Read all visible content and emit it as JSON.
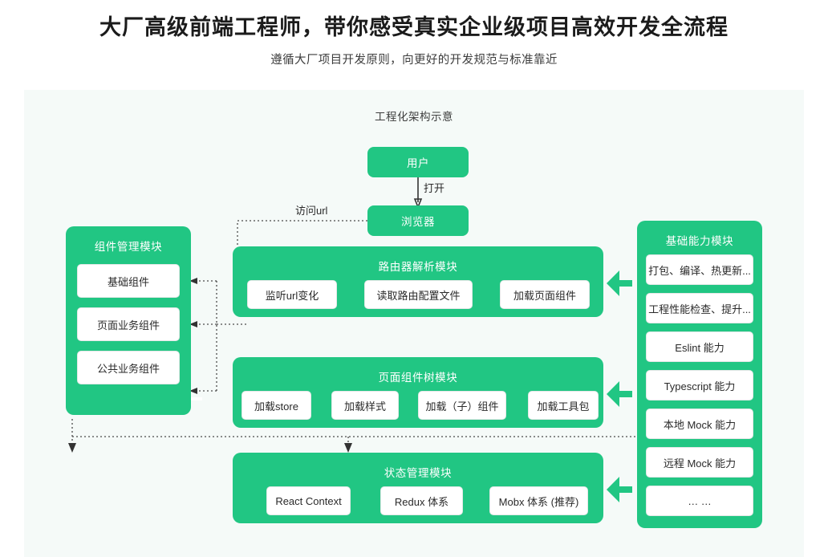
{
  "header": {
    "title": "大厂高级前端工程师，带你感受真实企业级项目高效开发全流程",
    "subtitle": "遵循大厂项目开发原则，向更好的开发规范与标准靠近"
  },
  "diagram": {
    "caption": "工程化架构示意",
    "accent_color": "#21c683",
    "panel_bg": "#f5faf8",
    "top_nodes": [
      {
        "id": "user",
        "label": "用户"
      },
      {
        "id": "browser",
        "label": "浏览器"
      }
    ],
    "edge_labels": {
      "open": "打开",
      "visit_url": "访问url"
    },
    "left_module": {
      "title": "组件管理模块",
      "items": [
        {
          "label": "基础组件"
        },
        {
          "label": "页面业务组件"
        },
        {
          "label": "公共业务组件"
        }
      ]
    },
    "right_module": {
      "title": "基础能力模块",
      "items": [
        {
          "label": "打包、编译、热更新..."
        },
        {
          "label": "工程性能检查、提升..."
        },
        {
          "label": "Eslint 能力"
        },
        {
          "label": "Typescript 能力"
        },
        {
          "label": "本地 Mock 能力"
        },
        {
          "label": "远程 Mock 能力"
        },
        {
          "label": "… …"
        }
      ]
    },
    "router_module": {
      "title": "路由器解析模块",
      "steps": [
        {
          "label": "监听url变化"
        },
        {
          "label": "读取路由配置文件"
        },
        {
          "label": "加载页面组件"
        }
      ]
    },
    "tree_module": {
      "title": "页面组件树模块",
      "steps": [
        {
          "label": "加载store"
        },
        {
          "label": "加载样式"
        },
        {
          "label": "加载（子）组件"
        },
        {
          "label": "加载工具包"
        }
      ]
    },
    "state_module": {
      "title": "状态管理模块",
      "items": [
        {
          "label": "React Context"
        },
        {
          "label": "Redux 体系"
        },
        {
          "label": "Mobx 体系 (推荐)"
        }
      ]
    }
  }
}
